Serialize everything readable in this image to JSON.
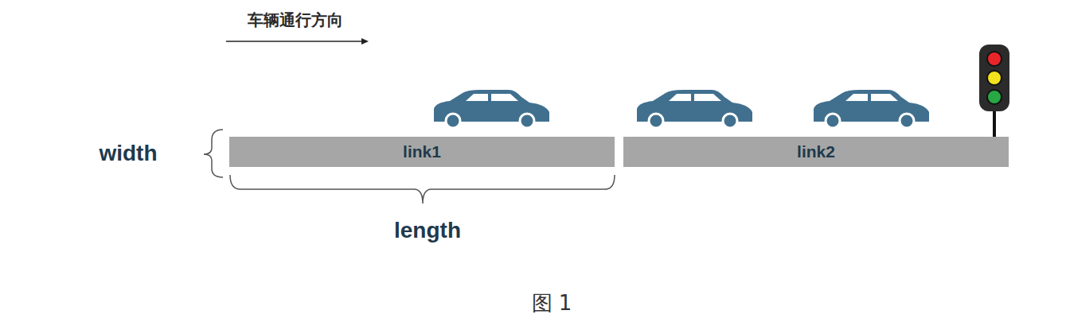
{
  "diagram": {
    "caption": "图 1",
    "nodes": [
      {
        "text": [
          "link1"
        ]
      },
      {
        "text": [
          "link2"
        ]
      }
    ],
    "labels": [
      "车辆通行方向",
      "width",
      "length"
    ]
  }
}
